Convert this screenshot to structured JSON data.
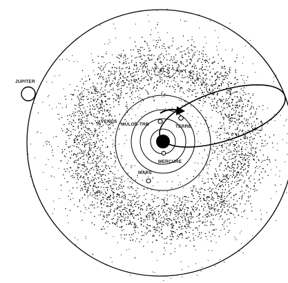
{
  "colors": {
    "ink": "#000000",
    "paper": "#ffffff"
  },
  "labels": {
    "jupiter": "JUPITER",
    "venus": "VENUS",
    "comet": "MULOS-TRB",
    "earth": "TERRE",
    "mercury": "MERCURE",
    "mars": "MARS"
  },
  "icons": {
    "sun": "filled-disc",
    "planet": "hollow-circle",
    "direction": "arrow"
  }
}
